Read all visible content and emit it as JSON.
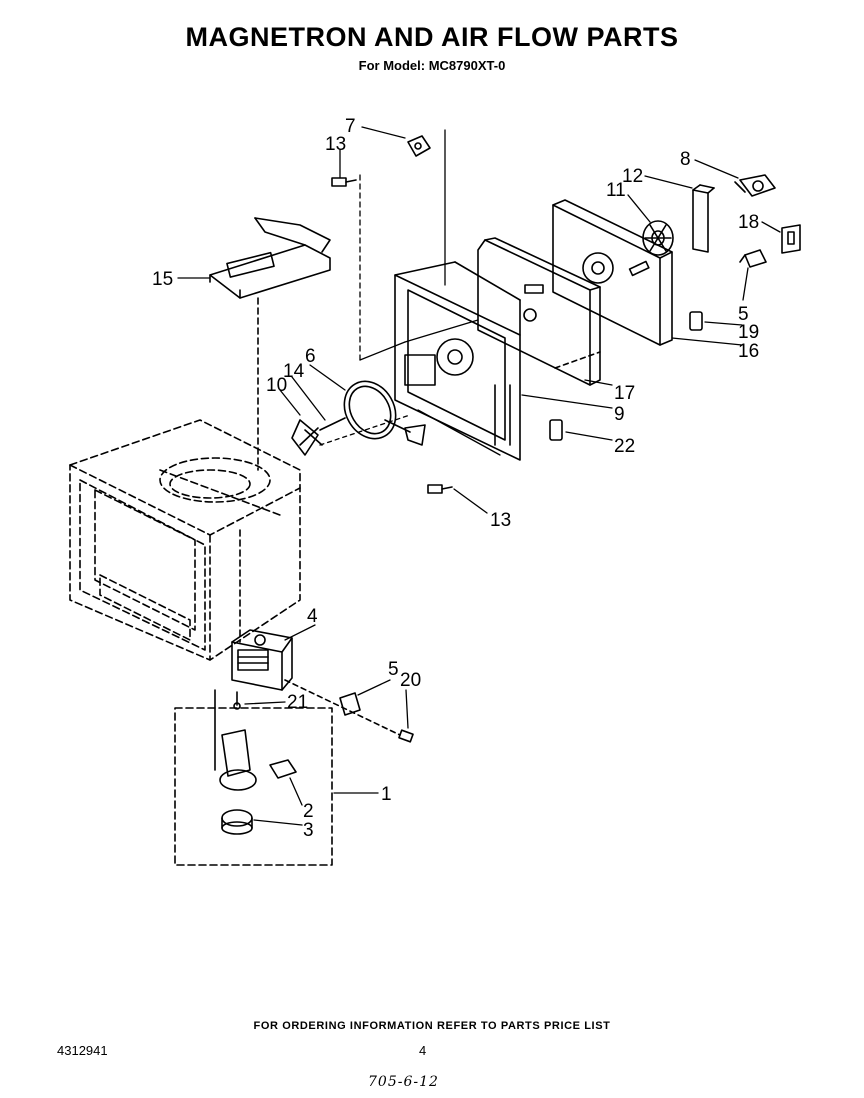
{
  "header": {
    "title": "MAGNETRON AND AIR FLOW PARTS",
    "subtitle": "For Model: MC8790XT-0"
  },
  "callouts": [
    "7",
    "13",
    "8",
    "12",
    "11",
    "18",
    "15",
    "5",
    "19",
    "16",
    "6",
    "14",
    "10",
    "17",
    "9",
    "22",
    "13",
    "4",
    "5",
    "20",
    "21",
    "1",
    "2",
    "3"
  ],
  "footer": {
    "note": "FOR ORDERING INFORMATION REFER TO PARTS PRICE LIST",
    "doc_number": "4312941",
    "page_number": "4",
    "handwritten_mark": "705-6-12"
  }
}
